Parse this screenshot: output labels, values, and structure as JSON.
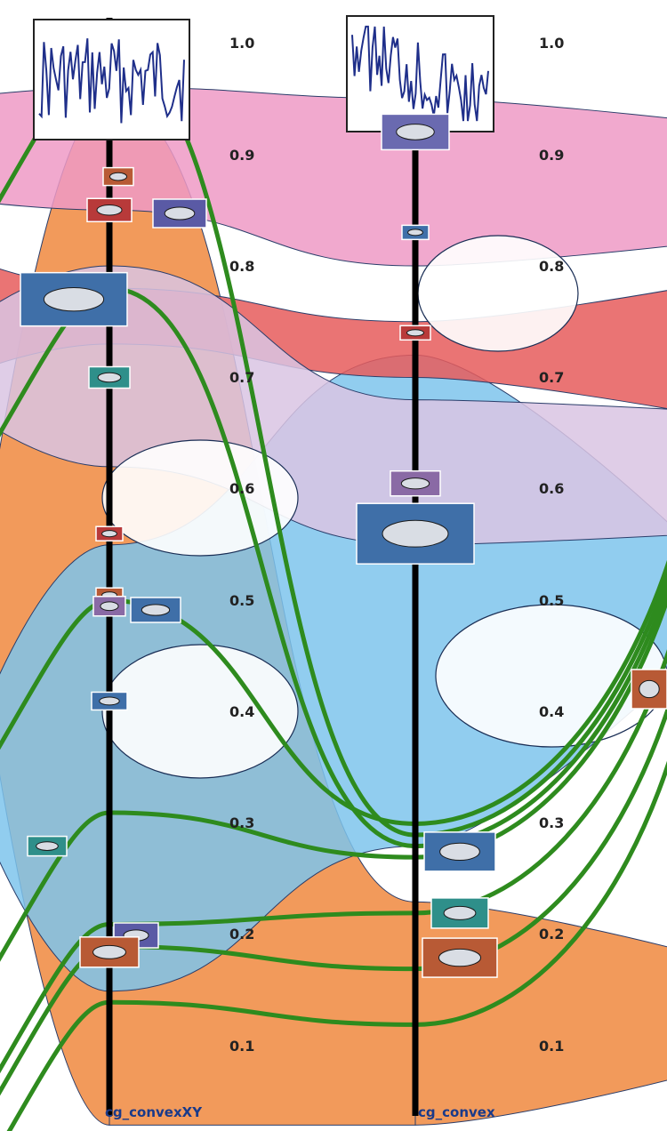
{
  "chart_data": {
    "type": "parallel_coordinates",
    "title": "",
    "axes": [
      {
        "name": "cg_convexXY",
        "ylim": [
          0.0,
          1.0
        ],
        "ticks": [
          "0.1",
          "0.2",
          "0.3",
          "0.4",
          "0.5",
          "0.6",
          "0.7",
          "0.8",
          "0.9",
          "1.0"
        ]
      },
      {
        "name": "cg_convex",
        "ylim": [
          0.0,
          1.0
        ],
        "ticks": [
          "0.1",
          "0.2",
          "0.3",
          "0.4",
          "0.5",
          "0.6",
          "0.7",
          "0.8",
          "0.9",
          "1.0"
        ]
      }
    ],
    "tick_values": [
      0.1,
      0.2,
      0.3,
      0.4,
      0.5,
      0.6,
      0.7,
      0.8,
      0.9,
      1.0
    ],
    "bands": [
      {
        "color": "#f0883e",
        "a": [
          0.03,
          0.95
        ],
        "b": [
          0.03,
          0.23
        ]
      },
      {
        "color": "#7ec4ec",
        "a": [
          0.15,
          0.55
        ],
        "b": [
          0.28,
          0.72
        ]
      },
      {
        "color": "#e65c5c",
        "a": [
          0.73,
          0.78
        ],
        "b": [
          0.7,
          0.75
        ]
      },
      {
        "color": "#ee9ac6",
        "a": [
          0.85,
          0.96
        ],
        "b": [
          0.8,
          0.95
        ]
      },
      {
        "color": "#d9c4e3",
        "a": [
          0.62,
          0.8
        ],
        "b": [
          0.55,
          0.68
        ]
      }
    ],
    "highlighted_lines": [
      {
        "color": "#2e8b1e",
        "a": 0.99,
        "b": 0.29
      },
      {
        "color": "#2e8b1e",
        "a": 0.78,
        "b": 0.28
      },
      {
        "color": "#2e8b1e",
        "a": 0.5,
        "b": 0.3
      },
      {
        "color": "#2e8b1e",
        "a": 0.31,
        "b": 0.27
      },
      {
        "color": "#2e8b1e",
        "a": 0.21,
        "b": 0.22
      },
      {
        "color": "#2e8b1e",
        "a": 0.19,
        "b": 0.17
      },
      {
        "color": "#2e8b1e",
        "a": 0.14,
        "b": 0.12
      }
    ],
    "grid": false,
    "legend": "none"
  }
}
